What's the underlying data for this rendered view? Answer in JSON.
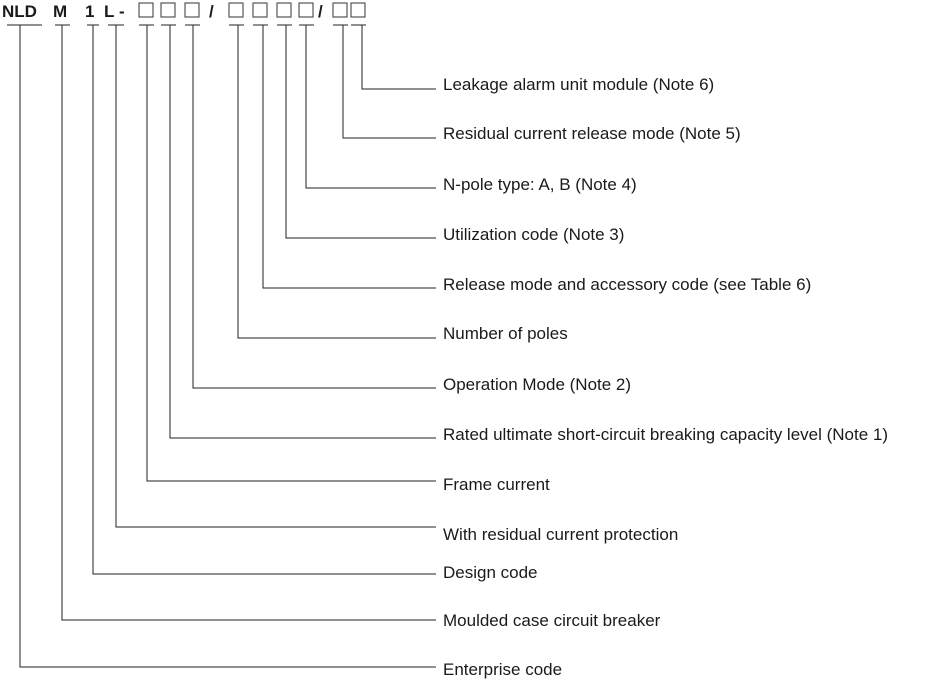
{
  "code": {
    "prefix": [
      "NLD",
      "M",
      "1",
      "L",
      "-"
    ],
    "separators": [
      "/",
      "/"
    ]
  },
  "labels": [
    "Leakage alarm unit module (Note 6)",
    "Residual current release mode (Note 5)",
    "N-pole type: A, B (Note 4)",
    "Utilization code (Note 3)",
    "Release mode and accessory code (see Table 6)",
    "Number of poles",
    "Operation Mode (Note 2)",
    "Rated ultimate short-circuit breaking capacity level (Note 1)",
    "Frame current",
    "With residual current protection",
    "Design code",
    "Moulded case circuit breaker",
    "Enterprise code"
  ]
}
